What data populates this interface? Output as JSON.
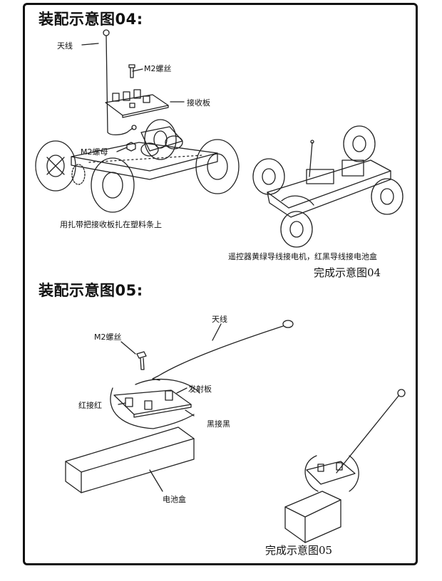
{
  "section04": {
    "title": "装配示意图04:",
    "labels": {
      "antenna": "天线",
      "screw": "M2螺丝",
      "receiver": "接收板",
      "nut": "M2螺母",
      "tie_note": "用扎带把接收板扎在塑料条上",
      "wire_note": "遥控器黄绿导线接电机，红黑导线接电池盒"
    },
    "done": "完成示意图04"
  },
  "section05": {
    "title": "装配示意图05:",
    "labels": {
      "antenna": "天线",
      "screw": "M2螺丝",
      "transmitter": "发射板",
      "red": "红接红",
      "black": "黑接黑",
      "battery": "电池盒"
    },
    "done": "完成示意图05"
  }
}
